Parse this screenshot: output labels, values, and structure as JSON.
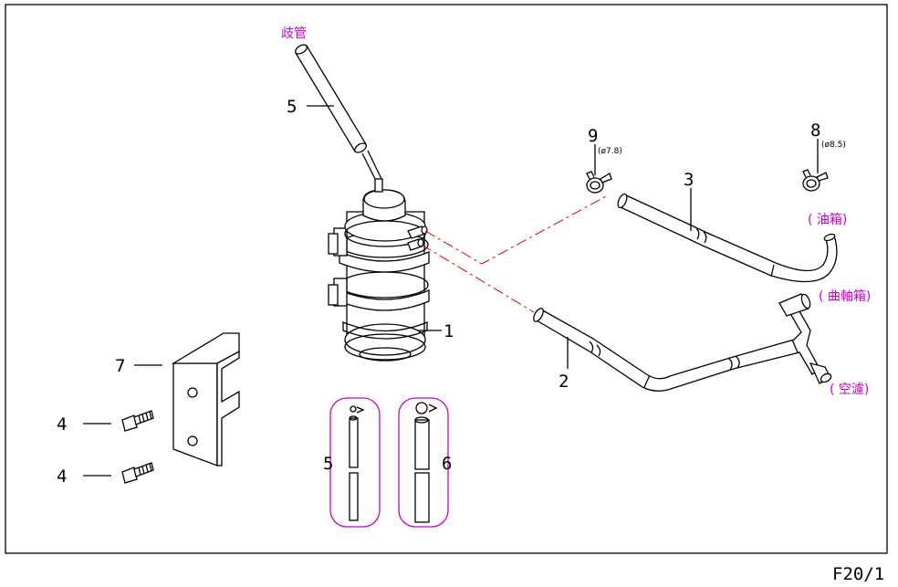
{
  "callouts": {
    "c1": "1",
    "c2": "2",
    "c3": "3",
    "c4a": "4",
    "c4b": "4",
    "c5_top": "5",
    "c5_kit": "5",
    "c6": "6",
    "c7": "7",
    "c8": "8",
    "c9": "9"
  },
  "sizes": {
    "s8": "(ø8.5)",
    "s9": "(ø7.8)"
  },
  "destinations": {
    "manifold": "歧管",
    "fuel_tank": "( 油箱)",
    "crankcase": "( 曲軸箱)",
    "air_filter": "( 空濾)"
  },
  "page_ref": "F20/1",
  "colors": {
    "label": "#c800c8",
    "centerline": "#e00000",
    "line": "#000000"
  }
}
